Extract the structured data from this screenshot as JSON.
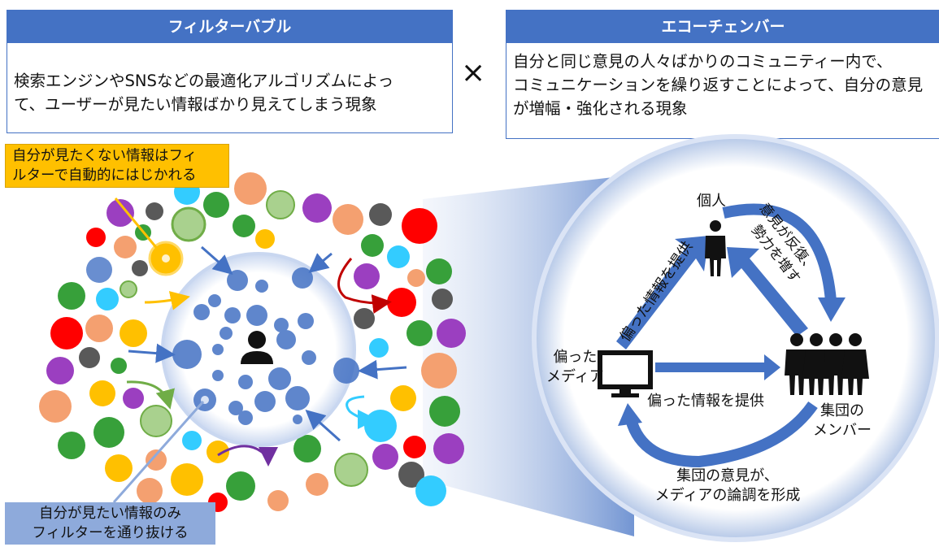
{
  "filter_bubble": {
    "title": "フィルターバブル",
    "line1": "検索エンジンやSNSなどの最適化アルゴリズムによっ",
    "line2": "て、ユーザーが見たい情報ばかり見えてしまう現象"
  },
  "times_symbol": "×",
  "echo_chamber": {
    "title": "エコーチェンバー",
    "line1": "自分と同じ意見の人々ばかりのコミュニティー内で、",
    "line2": "コミュニケーションを繰り返すことによって、自分の意見",
    "line3": "が増幅・強化される現象"
  },
  "callouts": {
    "blocked_line1": "自分が見たくない情報はフィ",
    "blocked_line2": "ルターで自動的にはじかれる",
    "pass_line1": "自分が見たい情報のみ",
    "pass_line2": "フィルターを通り抜ける"
  },
  "cycle": {
    "individual": "個人",
    "biased_media_line1": "偏った",
    "biased_media_line2": "メディア",
    "group_line1": "集団の",
    "group_line2": "メンバー",
    "arrow_provide_left": "偏った情報を提供",
    "arrow_provide_bottom": "偏った情報を提供",
    "arrow_repeat_line1": "意見が反復、",
    "arrow_repeat_line2": "勢力を増す",
    "arrow_group_opinion_line1": "集団の意見が、",
    "arrow_group_opinion_line2": "メディアの論調を形成"
  },
  "colors": {
    "accent": "#4472c4",
    "yellow": "#ffc000",
    "light_blue": "#8eaadb",
    "red": "#ff0000",
    "green": "#37a03a",
    "orange": "#f4a070",
    "purple": "#9b3fc0",
    "cyan": "#33ccff",
    "gray": "#595959"
  },
  "icons": {
    "center_person": "person-icon",
    "individual": "person-icon",
    "group": "group-icon",
    "media": "monitor-icon"
  }
}
